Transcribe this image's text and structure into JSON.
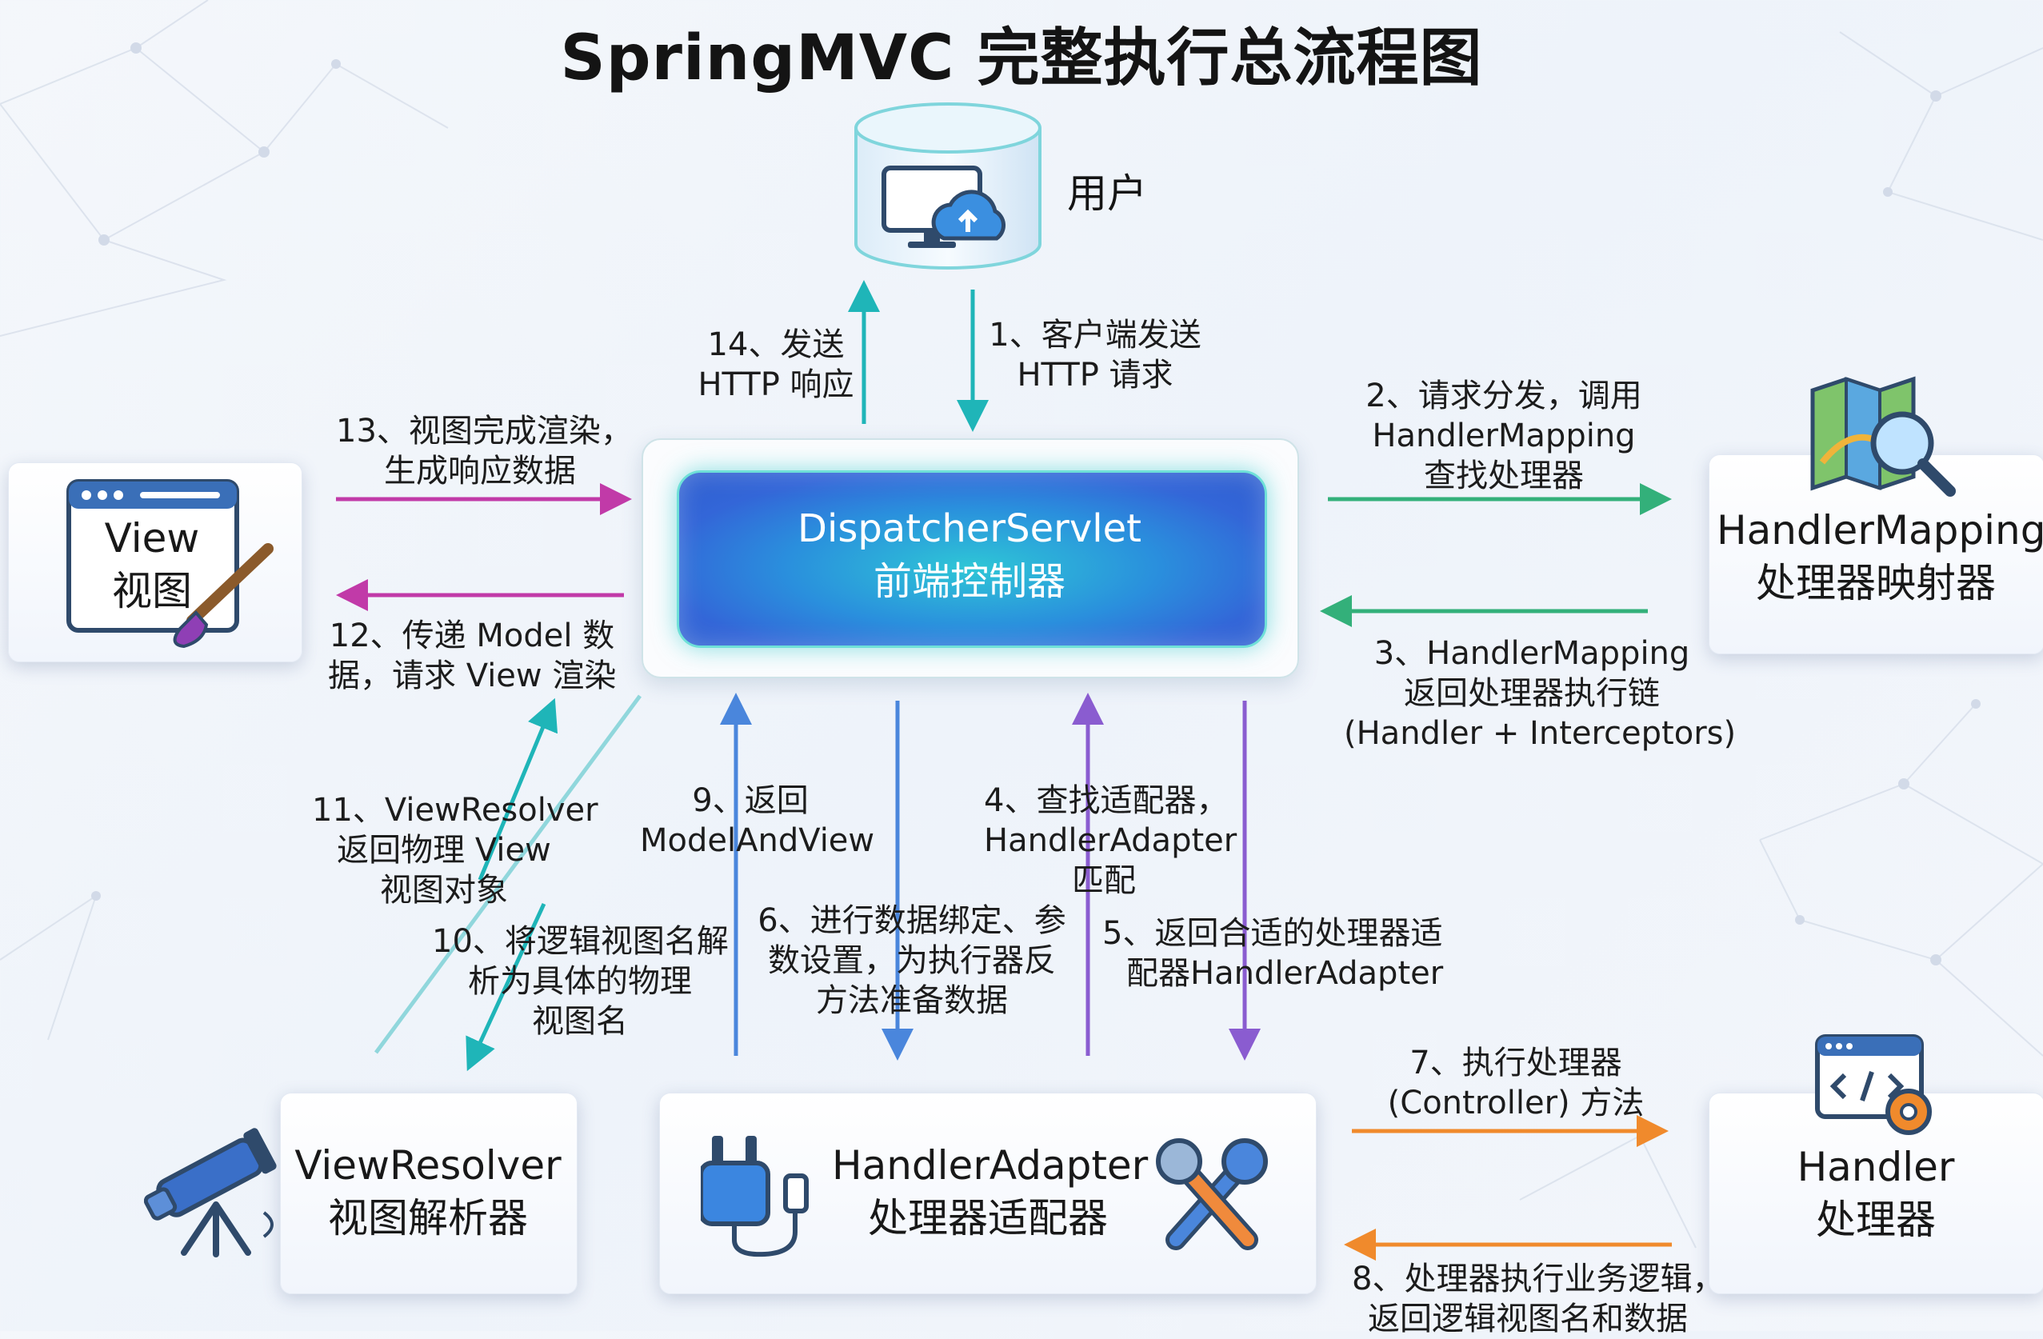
{
  "title": "SpringMVC 完整执行总流程图",
  "nodes": {
    "user": {
      "label": "用户"
    },
    "dispatcher": {
      "line1": "DispatcherServlet",
      "line2": "前端控制器"
    },
    "handler_mapping": {
      "line1": "HandlerMapping",
      "line2": "处理器映射器"
    },
    "view": {
      "line1": "View",
      "line2": "视图"
    },
    "view_resolver": {
      "line1": "ViewResolver",
      "line2": "视图解析器"
    },
    "handler_adapter": {
      "line1": "HandlerAdapter",
      "line2": "处理器适配器"
    },
    "handler": {
      "line1": "Handler",
      "line2": "处理器"
    }
  },
  "steps": {
    "s1": [
      "1、客户端发送",
      "HTTP 请求"
    ],
    "s2": [
      "2、请求分发，调用",
      "HandlerMapping",
      "查找处理器"
    ],
    "s3": [
      "3、HandlerMapping",
      "返回处理器执行链",
      "(Handler + Interceptors)"
    ],
    "s4": [
      "4、查找适配器，",
      "HandlerAdapter",
      "匹配"
    ],
    "s5": [
      "5、返回合适的处理器适",
      "配器HandlerAdapter"
    ],
    "s6": [
      "6、进行数据绑定、参",
      "数设置，为执行器反",
      "方法准备数据"
    ],
    "s7": [
      "7、执行处理器",
      "(Controller) 方法"
    ],
    "s8": [
      "8、处理器执行业务逻辑，",
      "返回逻辑视图名和数据"
    ],
    "s9": [
      "9、返回",
      "ModelAndView"
    ],
    "s10": [
      "10、将逻辑视图名解",
      "析为具体的物理",
      "视图名"
    ],
    "s11": [
      "11、ViewResolver",
      "返回物理 View",
      "视图对象"
    ],
    "s12": [
      "12、传递 Model 数",
      "据，请求 View 渲染"
    ],
    "s13": [
      "13、视图完成渲染，",
      "生成响应数据"
    ],
    "s14": [
      "14、发送",
      "HTTP 响应"
    ]
  },
  "colors": {
    "teal": "#1fb5b8",
    "blue": "#4a86dc",
    "green": "#33b07a",
    "purple": "#8a5cd0",
    "orange": "#f08a2c",
    "magenta": "#c13aa8"
  },
  "icons": {
    "user": "monitor-cloud-icon",
    "view": "browser-window-paintbrush-icon",
    "handler_mapping": "map-magnifier-icon",
    "view_resolver": "telescope-icon",
    "handler_adapter_left": "power-plug-icon",
    "handler_adapter_right": "wrench-screwdriver-icon",
    "handler": "code-window-gear-icon"
  }
}
